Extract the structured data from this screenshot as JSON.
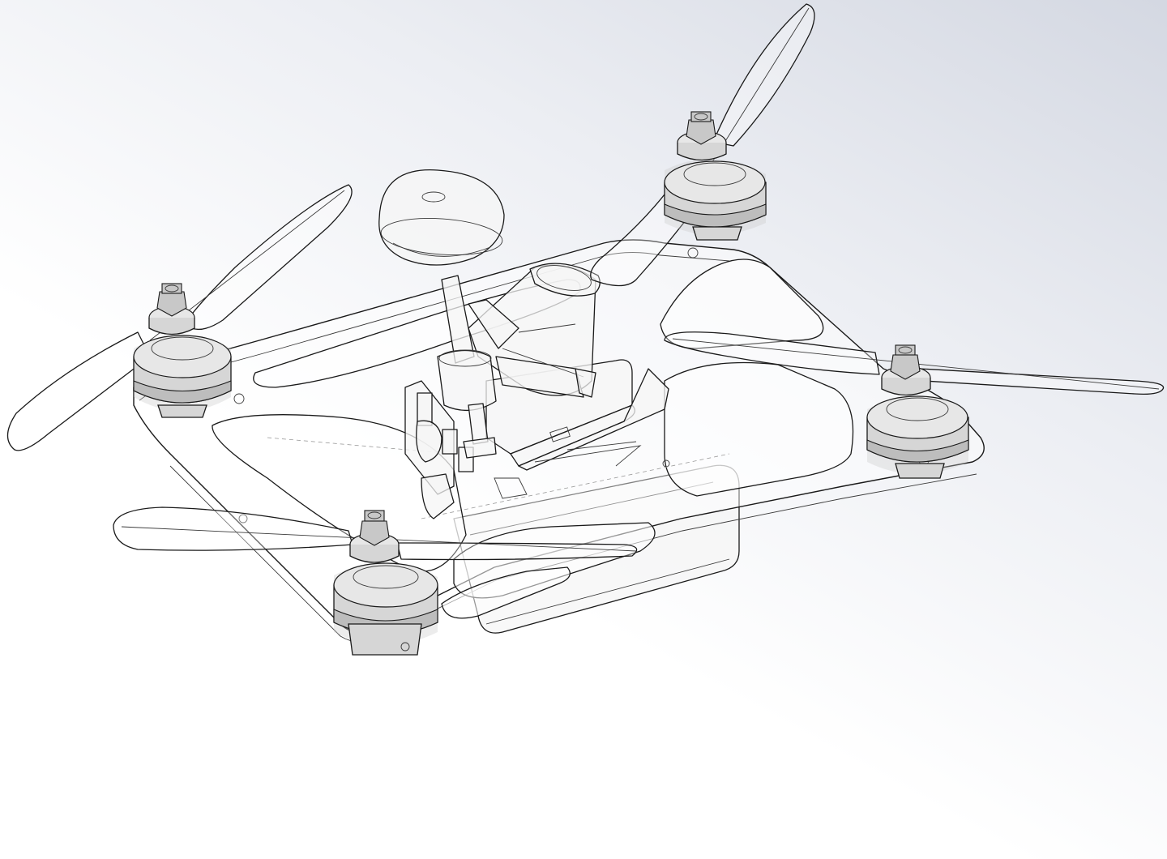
{
  "viewport": {
    "background_top": "#f2f4f8",
    "background_bottom": "#ffffff",
    "background_tint": "#d4d8e2",
    "line_color": "#1a1a1a",
    "shade_color": "#c8c8c8"
  },
  "model": {
    "motors": [
      {
        "id": "front-right"
      },
      {
        "id": "rear-right"
      },
      {
        "id": "rear-left"
      },
      {
        "id": "front-left"
      }
    ],
    "propellers": 4
  }
}
